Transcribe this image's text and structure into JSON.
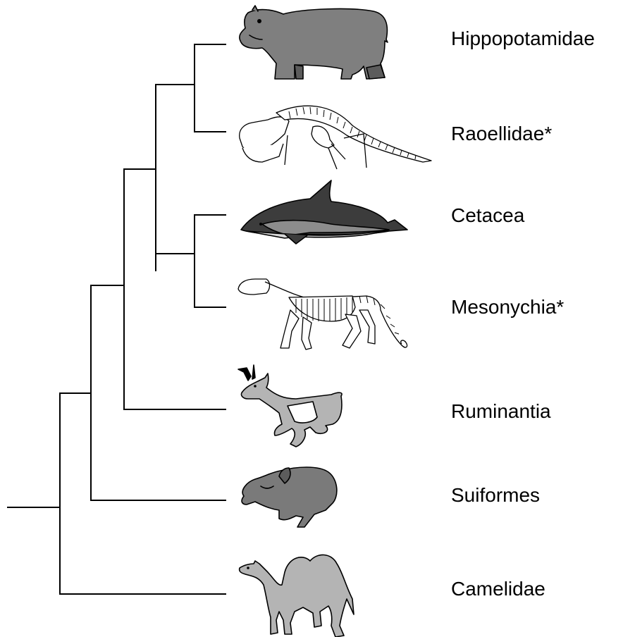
{
  "taxa": [
    {
      "label": "Hippopotamidae",
      "icon": "hippopotamus-icon",
      "fill": "#7f7f7f"
    },
    {
      "label": "Raoellidae*",
      "icon": "raoellid-skeleton-icon",
      "fill": "#ffffff"
    },
    {
      "label": "Cetacea",
      "icon": "dolphin-icon",
      "fill": "#3c3c3c"
    },
    {
      "label": "Mesonychia*",
      "icon": "mesonychid-skeleton-icon",
      "fill": "#ffffff"
    },
    {
      "label": "Ruminantia",
      "icon": "pronghorn-icon",
      "fill": "#b4b4b4"
    },
    {
      "label": "Suiformes",
      "icon": "pig-icon",
      "fill": "#7a7a7a"
    },
    {
      "label": "Camelidae",
      "icon": "camel-icon",
      "fill": "#b4b4b4"
    }
  ]
}
